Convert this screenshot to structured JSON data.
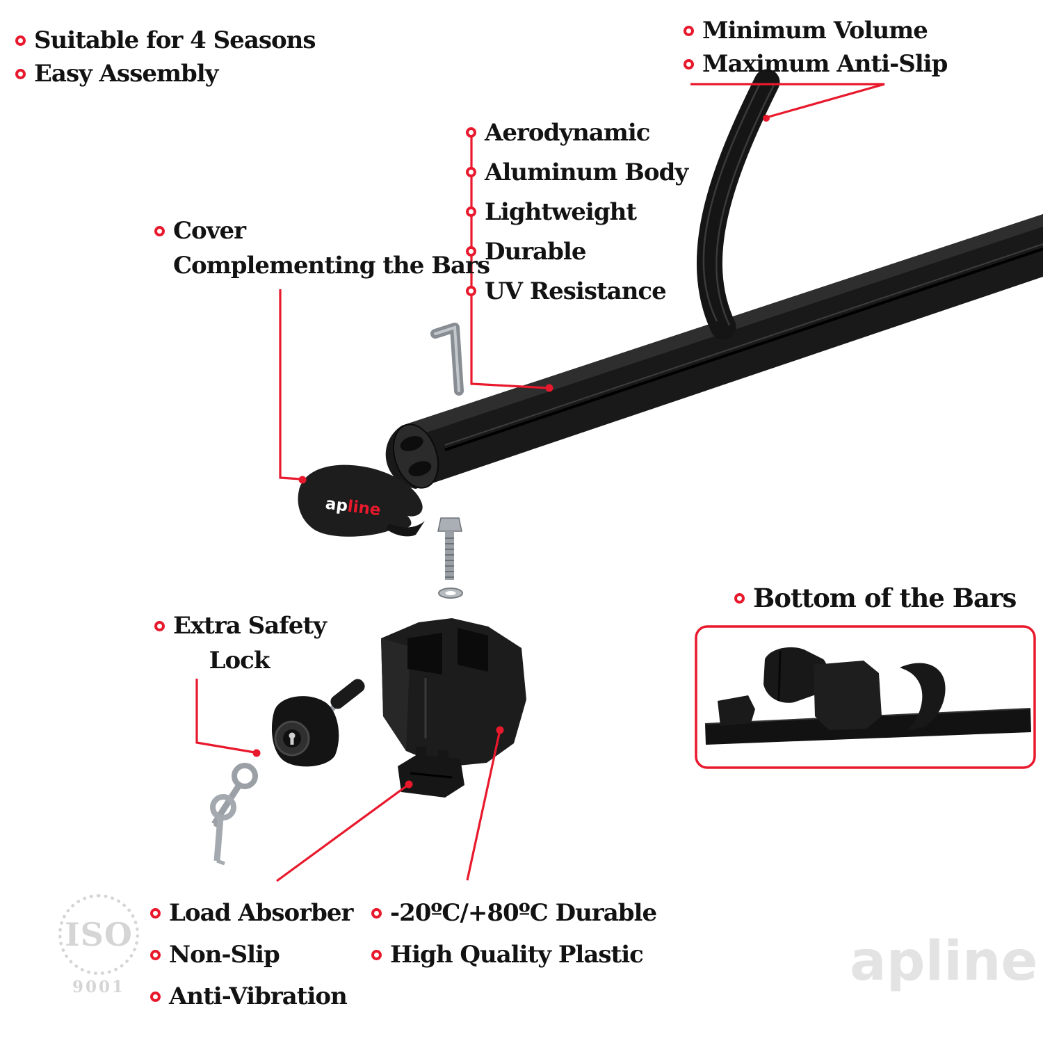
{
  "colors": {
    "accent": "#e8192c",
    "ink": "#121212",
    "product_black": "#1a1a1a",
    "metal_gray": "#9aa0a5",
    "watermark_gray": "#e3e3e3"
  },
  "top_left": {
    "items": [
      {
        "label": "Suitable for 4 Seasons"
      },
      {
        "label": "Easy Assembly"
      }
    ]
  },
  "top_right": {
    "items": [
      {
        "label": "Minimum Volume"
      },
      {
        "label": "Maximum Anti-Slip"
      }
    ]
  },
  "bar_features": {
    "items": [
      {
        "label": "Aerodynamic"
      },
      {
        "label": "Aluminum Body"
      },
      {
        "label": "Lightweight"
      },
      {
        "label": "Durable"
      },
      {
        "label": "UV Resistance"
      }
    ]
  },
  "cover_callout": {
    "line1": "Cover",
    "line2": "Complementing the Bars"
  },
  "lock_callout": {
    "line1": "Extra Safety",
    "line2": "Lock"
  },
  "bottom_bars_callout": {
    "label": "Bottom of the Bars"
  },
  "bottom_left": {
    "items": [
      {
        "label": "Load Absorber"
      },
      {
        "label": "Non-Slip"
      },
      {
        "label": "Anti-Vibration"
      }
    ]
  },
  "bottom_right": {
    "items": [
      {
        "label": "-20ºC/+80ºC Durable"
      },
      {
        "label": "High Quality Plastic"
      }
    ]
  },
  "brand": {
    "logo_part1": "ap",
    "logo_part2": "line",
    "watermark": "apline"
  },
  "certification": {
    "name": "ISO",
    "number": "9001"
  },
  "icons": {
    "bullet_icon": "red ring circle",
    "callout_dot": "red filled circle"
  }
}
